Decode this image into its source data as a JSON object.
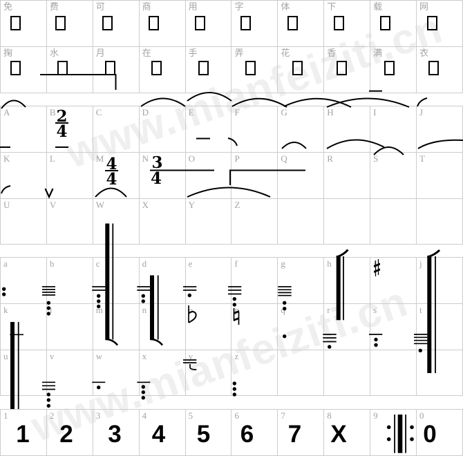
{
  "watermark": {
    "text": "www.mianfeiziti.cn"
  },
  "colors": {
    "background": "#ffffff",
    "grid": "#cccccc",
    "label": "#a3a3a3",
    "glyph": "#000000",
    "watermark": "#efefef"
  },
  "preview_text": {
    "glyph": "missing-glyph-box",
    "rows": [
      {
        "labels": [
          "免",
          "费",
          "可",
          "商",
          "用",
          "字",
          "体",
          "下",
          "载",
          "网"
        ]
      },
      {
        "labels": [
          "掬",
          "水",
          "月",
          "在",
          "手",
          "弄",
          "花",
          "香",
          "满",
          "衣"
        ]
      }
    ]
  },
  "uppercase": {
    "rows": [
      {
        "labels": [
          "A",
          "B",
          "C",
          "D",
          "E",
          "F",
          "G",
          "H",
          "I",
          "J"
        ]
      },
      {
        "labels": [
          "K",
          "L",
          "M",
          "N",
          "O",
          "P",
          "Q",
          "R",
          "S",
          "T"
        ]
      },
      {
        "labels": [
          "U",
          "V",
          "W",
          "X",
          "Y",
          "Z"
        ]
      }
    ]
  },
  "lowercase": {
    "rows": [
      {
        "labels": [
          "a",
          "b",
          "c",
          "d",
          "e",
          "f",
          "g",
          "h",
          "i",
          "j"
        ]
      },
      {
        "labels": [
          "k",
          "l",
          "m",
          "n",
          "o",
          "p",
          "q",
          "r",
          "s",
          "t"
        ]
      },
      {
        "labels": [
          "u",
          "v",
          "w",
          "x",
          "y",
          "z"
        ]
      }
    ]
  },
  "digits": {
    "labels": [
      "1",
      "2",
      "3",
      "4",
      "5",
      "6",
      "7",
      "8",
      "9",
      "0"
    ],
    "glyphs": [
      "1",
      "2",
      "3",
      "4",
      "5",
      "6",
      "7",
      "X",
      "repeat-sign",
      "0"
    ]
  },
  "time_signatures": {
    "B": {
      "numerator": "2",
      "denominator": "4"
    },
    "M": {
      "numerator": "4",
      "denominator": "4"
    },
    "N": {
      "numerator": "3",
      "denominator": "4"
    }
  },
  "glyph_map": {
    "uppercase": {
      "A": "slur-arc",
      "B": "time-signature",
      "D": "slur-arc",
      "E": "slur-arc",
      "F": "slur-arc",
      "G": "slur-arc",
      "H": "slur-arc",
      "I": "slur-arc",
      "J": "slur-arc",
      "K": "slur-arc",
      "L": "breath-mark",
      "M": "time-signature",
      "N": "time-signature",
      "O": "slur-arc",
      "P": "volta-bracket"
    },
    "lowercase": {
      "a": "two-dots-below",
      "b": "four-underlines-three-dots",
      "c": "final-barline-tall",
      "d": "final-barline",
      "e": "two-underlines-one-dot",
      "f": "three-underlines-two-dots",
      "g": "four-underlines-two-dots",
      "h": "bracket-barline",
      "i": "sharp",
      "j": "bracket-barline-tall",
      "k": "barline-with-tie",
      "o": "flat",
      "p": "natural",
      "q": "dot-below",
      "r": "three-underlines-one-dot",
      "s": "one-underline-two-dots",
      "t": "four-underlines-one-dot",
      "v": "three-underlines-three-dots",
      "w": "one-underline-one-dot",
      "x": "one-underline-three-dots",
      "y": "two-underlines-hook",
      "z": "three-dots-below"
    }
  }
}
